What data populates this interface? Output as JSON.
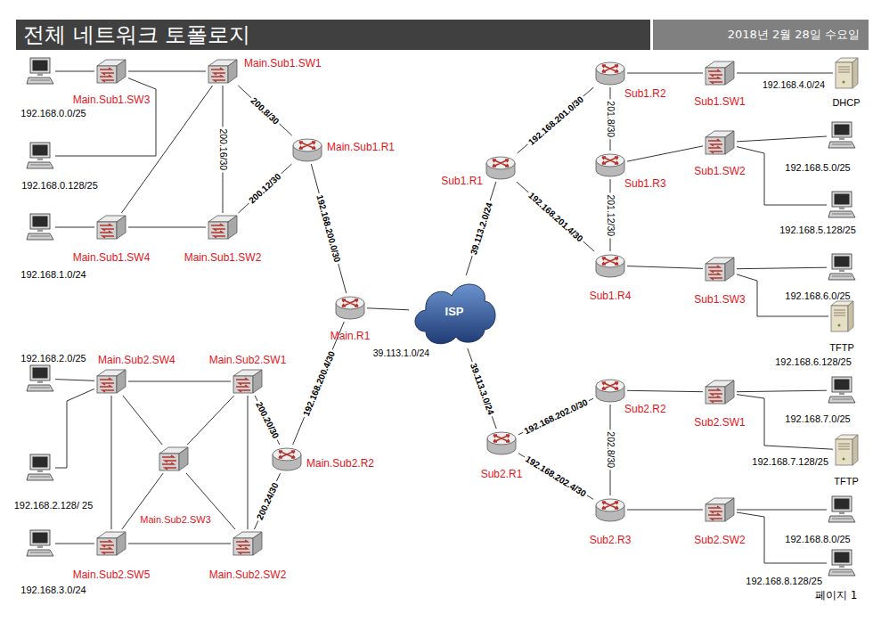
{
  "diagram": {
    "title": "전체 네트워크 토폴로지",
    "nodes": [
      {
        "text": [
          "192.168.0.0/25"
        ]
      },
      {
        "text": [
          "Main.Sub1.SW3"
        ]
      },
      {
        "text": [
          "Main.Sub1.SW1"
        ]
      },
      {
        "text": [
          "192.168.0.128/25"
        ]
      },
      {
        "text": [
          "Main.Sub1.R1"
        ]
      },
      {
        "text": [
          "192.168.1.0/24"
        ]
      },
      {
        "text": [
          "Main.Sub1.SW4"
        ]
      },
      {
        "text": [
          "Main.Sub1.SW2"
        ]
      },
      {
        "text": [
          "Main.R1"
        ]
      },
      {
        "text": [
          "ISP"
        ]
      },
      {
        "text": [
          "Sub1.R1"
        ]
      },
      {
        "text": [
          "Sub1.R2"
        ]
      },
      {
        "text": [
          "Sub1.SW1"
        ]
      },
      {
        "text": [
          "DHCP"
        ]
      },
      {
        "text": [
          "Sub1.R3"
        ]
      },
      {
        "text": [
          "Sub1.SW2"
        ]
      },
      {
        "text": [
          "192.168.5.0/25"
        ]
      },
      {
        "text": [
          "192.168.5.128/25"
        ]
      },
      {
        "text": [
          "Sub1.R4"
        ]
      },
      {
        "text": [
          "Sub1.SW3"
        ]
      },
      {
        "text": [
          "192.168.6.0/25"
        ]
      },
      {
        "text": [
          "TFTP",
          "192.168.6.128/25"
        ]
      },
      {
        "text": [
          "192.168.2.0/25"
        ]
      },
      {
        "text": [
          "Main.Sub2.SW4"
        ]
      },
      {
        "text": [
          "Main.Sub2.SW1"
        ]
      },
      {
        "text": [
          "192.168.2.128/ 25"
        ]
      },
      {
        "text": [
          "Main.Sub2.SW3"
        ]
      },
      {
        "text": [
          "Main.Sub2.R2"
        ]
      },
      {
        "text": [
          "192.168.3.0/24"
        ]
      },
      {
        "text": [
          "Main.Sub2.SW5"
        ]
      },
      {
        "text": [
          "Main.Sub2.SW2"
        ]
      },
      {
        "text": [
          "Sub2.R1"
        ]
      },
      {
        "text": [
          "Sub2.R2"
        ]
      },
      {
        "text": [
          "Sub2.SW1"
        ]
      },
      {
        "text": [
          "192.168.7.0/25"
        ]
      },
      {
        "text": [
          "192.168.7.128/25",
          "TFTP"
        ]
      },
      {
        "text": [
          "Sub2.R3"
        ]
      },
      {
        "text": [
          "Sub2.SW2"
        ]
      },
      {
        "text": [
          "192.168.8.0/25"
        ]
      },
      {
        "text": [
          "192.168.8.128/25"
        ]
      }
    ],
    "edges": [
      {
        "from": 1,
        "to": 0,
        "arrow": "none"
      },
      {
        "from": 1,
        "to": 2,
        "arrow": "none"
      },
      {
        "from": 1,
        "to": 3,
        "arrow": "none"
      },
      {
        "from": 6,
        "to": 2,
        "arrow": "none"
      },
      {
        "from": 6,
        "to": 7,
        "arrow": "none"
      },
      {
        "from": 2,
        "to": 7,
        "label": "200.16/30",
        "arrow": "none"
      },
      {
        "from": 5,
        "to": 6,
        "arrow": "none"
      },
      {
        "from": 2,
        "to": 4,
        "label": "200.8/30",
        "arrow": "none"
      },
      {
        "from": 7,
        "to": 4,
        "label": "200.12/30",
        "arrow": "none"
      },
      {
        "from": 4,
        "to": 8,
        "label": "192.168.200.0/30",
        "arrow": "none"
      },
      {
        "from": 8,
        "to": 9,
        "label": "39.113.1.0/24",
        "arrow": "none"
      },
      {
        "from": 9,
        "to": 10,
        "label": "39.113.2.0/24",
        "arrow": "none"
      },
      {
        "from": 10,
        "to": 11,
        "label": "192.168.201.0/30",
        "arrow": "none"
      },
      {
        "from": 10,
        "to": 18,
        "label": "192.168.201.4/30",
        "arrow": "none"
      },
      {
        "from": 11,
        "to": 14,
        "label": "201.8/30",
        "arrow": "none"
      },
      {
        "from": 14,
        "to": 18,
        "label": "201.12/30",
        "arrow": "none"
      },
      {
        "from": 11,
        "to": 12,
        "arrow": "none"
      },
      {
        "from": 12,
        "to": 13,
        "label": "192.168.4.0/24",
        "arrow": "none"
      },
      {
        "from": 14,
        "to": 15,
        "arrow": "none"
      },
      {
        "from": 15,
        "to": 16,
        "arrow": "none"
      },
      {
        "from": 15,
        "to": 17,
        "arrow": "none"
      },
      {
        "from": 18,
        "to": 19,
        "arrow": "none"
      },
      {
        "from": 19,
        "to": 20,
        "arrow": "none"
      },
      {
        "from": 19,
        "to": 21,
        "arrow": "none"
      },
      {
        "from": 8,
        "to": 27,
        "label": "192.168.200.4/30",
        "arrow": "none"
      },
      {
        "from": 24,
        "to": 27,
        "label": "200.20/30",
        "arrow": "none"
      },
      {
        "from": 30,
        "to": 27,
        "label": "200.24/30",
        "arrow": "none"
      },
      {
        "from": 22,
        "to": 23,
        "arrow": "none"
      },
      {
        "from": 23,
        "to": 24,
        "arrow": "none"
      },
      {
        "from": 23,
        "to": 26,
        "arrow": "none"
      },
      {
        "from": 24,
        "to": 26,
        "arrow": "none"
      },
      {
        "from": 23,
        "to": 29,
        "arrow": "none"
      },
      {
        "from": 24,
        "to": 30,
        "arrow": "none"
      },
      {
        "from": 26,
        "to": 29,
        "arrow": "none"
      },
      {
        "from": 26,
        "to": 30,
        "arrow": "none"
      },
      {
        "from": 29,
        "to": 30,
        "arrow": "none"
      },
      {
        "from": 28,
        "to": 29,
        "arrow": "none"
      },
      {
        "from": 23,
        "to": 25,
        "arrow": "none"
      },
      {
        "from": 9,
        "to": 31,
        "label": "39.113.3.0/24",
        "arrow": "none"
      },
      {
        "from": 31,
        "to": 32,
        "label": "192.168.202.0/30",
        "arrow": "none"
      },
      {
        "from": 31,
        "to": 36,
        "label": "192.168.202.4/30",
        "arrow": "none"
      },
      {
        "from": 32,
        "to": 36,
        "label": "202.8/30",
        "arrow": "none"
      },
      {
        "from": 32,
        "to": 33,
        "arrow": "none"
      },
      {
        "from": 33,
        "to": 34,
        "arrow": "none"
      },
      {
        "from": 33,
        "to": 35,
        "arrow": "none"
      },
      {
        "from": 36,
        "to": 37,
        "arrow": "none"
      },
      {
        "from": 37,
        "to": 38,
        "arrow": "none"
      },
      {
        "from": 37,
        "to": 39,
        "arrow": "none"
      }
    ],
    "labels": [
      "2018년 2월 28일 수요일",
      "페이지 1"
    ]
  }
}
